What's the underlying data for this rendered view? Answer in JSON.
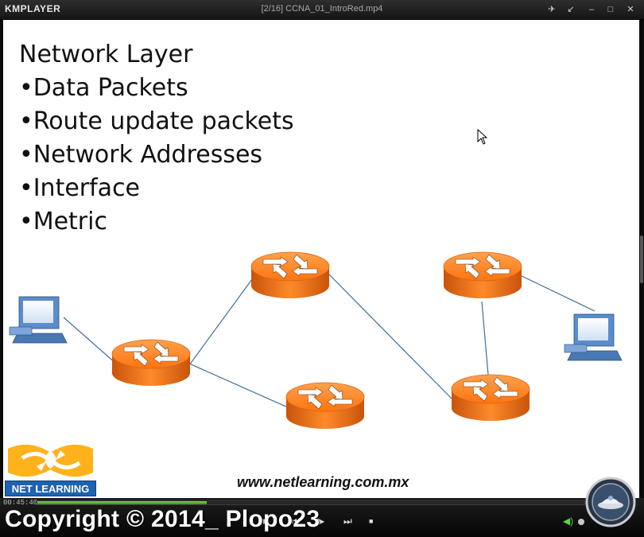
{
  "window": {
    "app_logo": "KMPLAYER",
    "title": "[2/16] CCNA_01_IntroRed.mp4",
    "buttons": [
      "pin-icon",
      "restore-small-icon",
      "minimize-icon",
      "maximize-icon",
      "close-icon"
    ]
  },
  "slide": {
    "heading": "Network Layer",
    "bullets": [
      "Data Packets",
      "Route update packets",
      "Network Addresses",
      "Interface",
      "Metric"
    ],
    "brand_label": "NET LEARNING",
    "website": "www.netlearning.com.mx"
  },
  "player": {
    "elapsed": "00:45:40",
    "progress": 0.31,
    "accent_color": "#5fd14a",
    "watermark": "Copyright © 2014_ Plopo23"
  },
  "colors": {
    "router": "#ff7a1e",
    "link": "#3f6e97",
    "brand": "#1c63b0"
  }
}
